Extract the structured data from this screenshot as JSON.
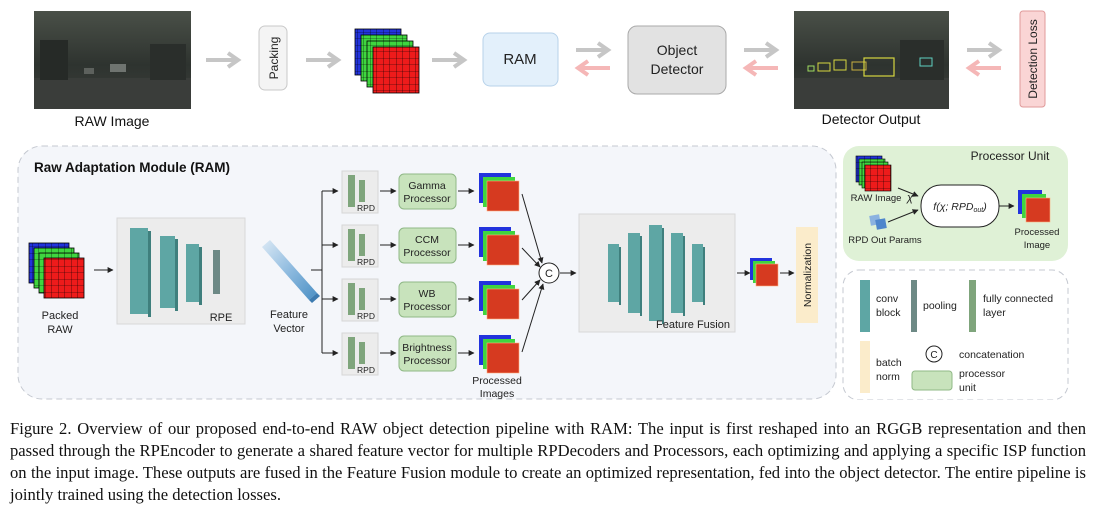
{
  "top_row": {
    "raw_image_label": "RAW Image",
    "packing_label": "Packing",
    "ram_label": "RAM",
    "detector_label_line1": "Object",
    "detector_label_line2": "Detector",
    "detector_output_label": "Detector Output",
    "detection_loss_label": "Detection Loss"
  },
  "ram_module": {
    "title": "Raw Adaptation Module (RAM)",
    "packed_raw_line1": "Packed",
    "packed_raw_line2": "RAW",
    "rpe_label": "RPE",
    "feature_vector_line1": "Feature",
    "feature_vector_line2": "Vector",
    "rpd_label": "RPD",
    "processors": [
      {
        "line1": "Gamma",
        "line2": "Processor"
      },
      {
        "line1": "CCM",
        "line2": "Processor"
      },
      {
        "line1": "WB",
        "line2": "Processor"
      },
      {
        "line1": "Brightness",
        "line2": "Processor"
      }
    ],
    "processed_images_line1": "Processed",
    "processed_images_line2": "Images",
    "concat_symbol": "C",
    "feature_fusion_label": "Feature Fusion",
    "normalization_label": "Normalization"
  },
  "processor_unit": {
    "title": "Processor Unit",
    "raw_image_label": "RAW Image",
    "chi_symbol": "χ",
    "rpd_out_label": "RPD Out Params",
    "function_label": "f(χ; RPD",
    "function_sub": "out",
    "function_close": ")",
    "processed_line1": "Processed",
    "processed_line2": "Image"
  },
  "legend": {
    "conv_line1": "conv",
    "conv_line2": "block",
    "pooling": "pooling",
    "fc_line1": "fully connected",
    "fc_line2": "layer",
    "bn_line1": "batch",
    "bn_line2": "norm",
    "concat_symbol": "C",
    "concat_label": "concatenation",
    "proc_line1": "processor",
    "proc_line2": "unit"
  },
  "caption": "Figure 2.  Overview of our proposed end-to-end RAW object detection pipeline with RAM: The input is first reshaped into an RGGB representation and then passed through the RPEncoder to generate a shared feature vector for multiple RPDecoders and Processors, each optimizing and applying a specific ISP function on the input image.  These outputs are fused in the Feature Fusion module to create an optimized representation, fed into the object detector. The entire pipeline is jointly trained using the detection losses.",
  "colors": {
    "conv_teal": "#5ea6a4",
    "pool_slate": "#6d8985",
    "fc_green": "#7fa57c",
    "processor_green": "#c8e3bc",
    "norm_cream": "#fbeccb",
    "ram_blue": "#e3f0fb",
    "detector_grey": "#e2e2e2",
    "loss_pink": "#fad5d5",
    "arrow_grey": "#c6c6c6",
    "arrow_pink": "#f5b7b7"
  }
}
